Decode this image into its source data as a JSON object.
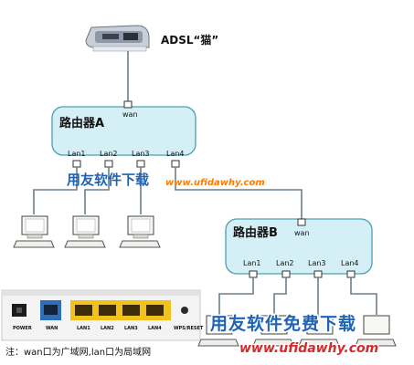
{
  "modem": {
    "label": "ADSL“猫”"
  },
  "routerA": {
    "name": "路由器A",
    "wan": "wan",
    "lans": [
      "Lan1",
      "Lan2",
      "Lan3",
      "Lan4"
    ]
  },
  "routerB": {
    "name": "路由器B",
    "wan": "wan",
    "lans": [
      "Lan1",
      "Lan2",
      "Lan3",
      "Lan4"
    ]
  },
  "watermark1": {
    "cn": "用友软件下载",
    "url": "www.ufidawhy.com"
  },
  "watermark2": {
    "cn": "用友软件免费下载",
    "url": "www.ufidawhy.com"
  },
  "panel": {
    "ports": [
      "POWER",
      "WAN",
      "LAN1",
      "LAN2",
      "LAN3",
      "LAN4",
      "WPS/RESET"
    ]
  },
  "note": "注：wan口为广域网,lan口为局域网",
  "colors": {
    "router_fill": "#d4f0f6",
    "router_stroke": "#4a9fb4",
    "wan_port": "#2e6db8",
    "lan_port": "#f2c21c",
    "watermark_blue": "#1f63b5",
    "watermark_red": "#d62a2a"
  }
}
